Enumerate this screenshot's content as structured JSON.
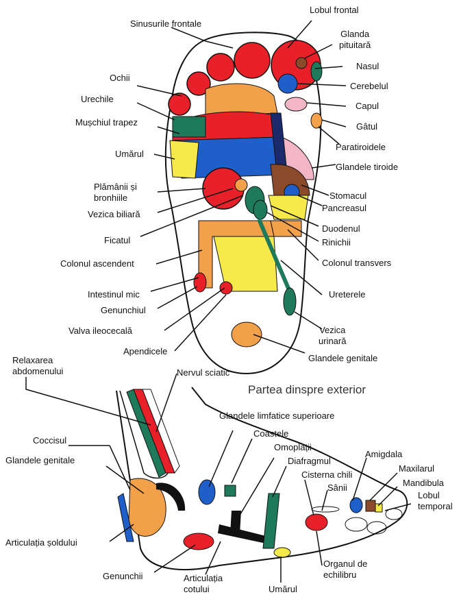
{
  "sole": {
    "labels": {
      "sinusurile_frontale": "Sinusurile frontale",
      "lobul_frontal": "Lobul frontal",
      "glanda_pituitara": "Glanda\npituitară",
      "ochii": "Ochii",
      "nasul": "Nasul",
      "cerebelul": "Cerebelul",
      "urechile": "Urechile",
      "capul": "Capul",
      "muschiul_trapez": "Mușchiul trapez",
      "gatul": "Gâtul",
      "paratiroidele": "Paratiroidele",
      "umarul": "Umărul",
      "glandele_tiroide": "Glandele tiroide",
      "plamanii": "Plămânii și\nbronhiile",
      "stomacul": "Stomacul",
      "pancreasul": "Pancreasul",
      "vezica_biliara": "Vezica biliară",
      "duodenul": "Duodenul",
      "ficatul": "Ficatul",
      "rinichii": "Rinichii",
      "colonul_ascendent": "Colonul ascendent",
      "colonul_transvers": "Colonul transvers",
      "intestinul_mic": "Intestinul mic",
      "ureterele": "Ureterele",
      "genunchiul": "Genunchiul",
      "valva_ileocecala": "Valva ileocecală",
      "vezica_urinara": "Vezica\nurinară",
      "apendicele": "Apendicele",
      "glandele_genitale": "Glandele genitale"
    }
  },
  "side": {
    "title": "Partea dinspre exterior",
    "labels": {
      "relaxarea": "Relaxarea\nabdomenului",
      "nervul_sciatic": "Nervul sciatic",
      "glandele_limfatice": "Glandele limfatice superioare",
      "coccisul": "Coccisul",
      "coastele": "Coastele",
      "omoplatii": "Omoplații",
      "glandele_genitale": "Glandele genitale",
      "diafragmul": "Diafragmul",
      "amigdala": "Amigdala",
      "cisterna_chili": "Cisterna chili",
      "maxilarul": "Maxilarul",
      "sanii": "Sânii",
      "mandibula": "Mandibula",
      "lobul_temporal": "Lobul\ntemporal",
      "articulatia_soldului": "Articulația șoldului",
      "organul_echilibru": "Organul de\nechilibru",
      "genunchii": "Genunchii",
      "articulatia_cotului": "Articulația\ncotului",
      "umarul": "Umărul"
    }
  },
  "colors": {
    "red": "#e8202a",
    "yellow": "#f7e94a",
    "blue": "#1f5fc9",
    "green": "#1e7a5a",
    "orange": "#f3a04a",
    "brown": "#8b4a2a",
    "pink": "#f2b6c6",
    "black": "#111111"
  }
}
